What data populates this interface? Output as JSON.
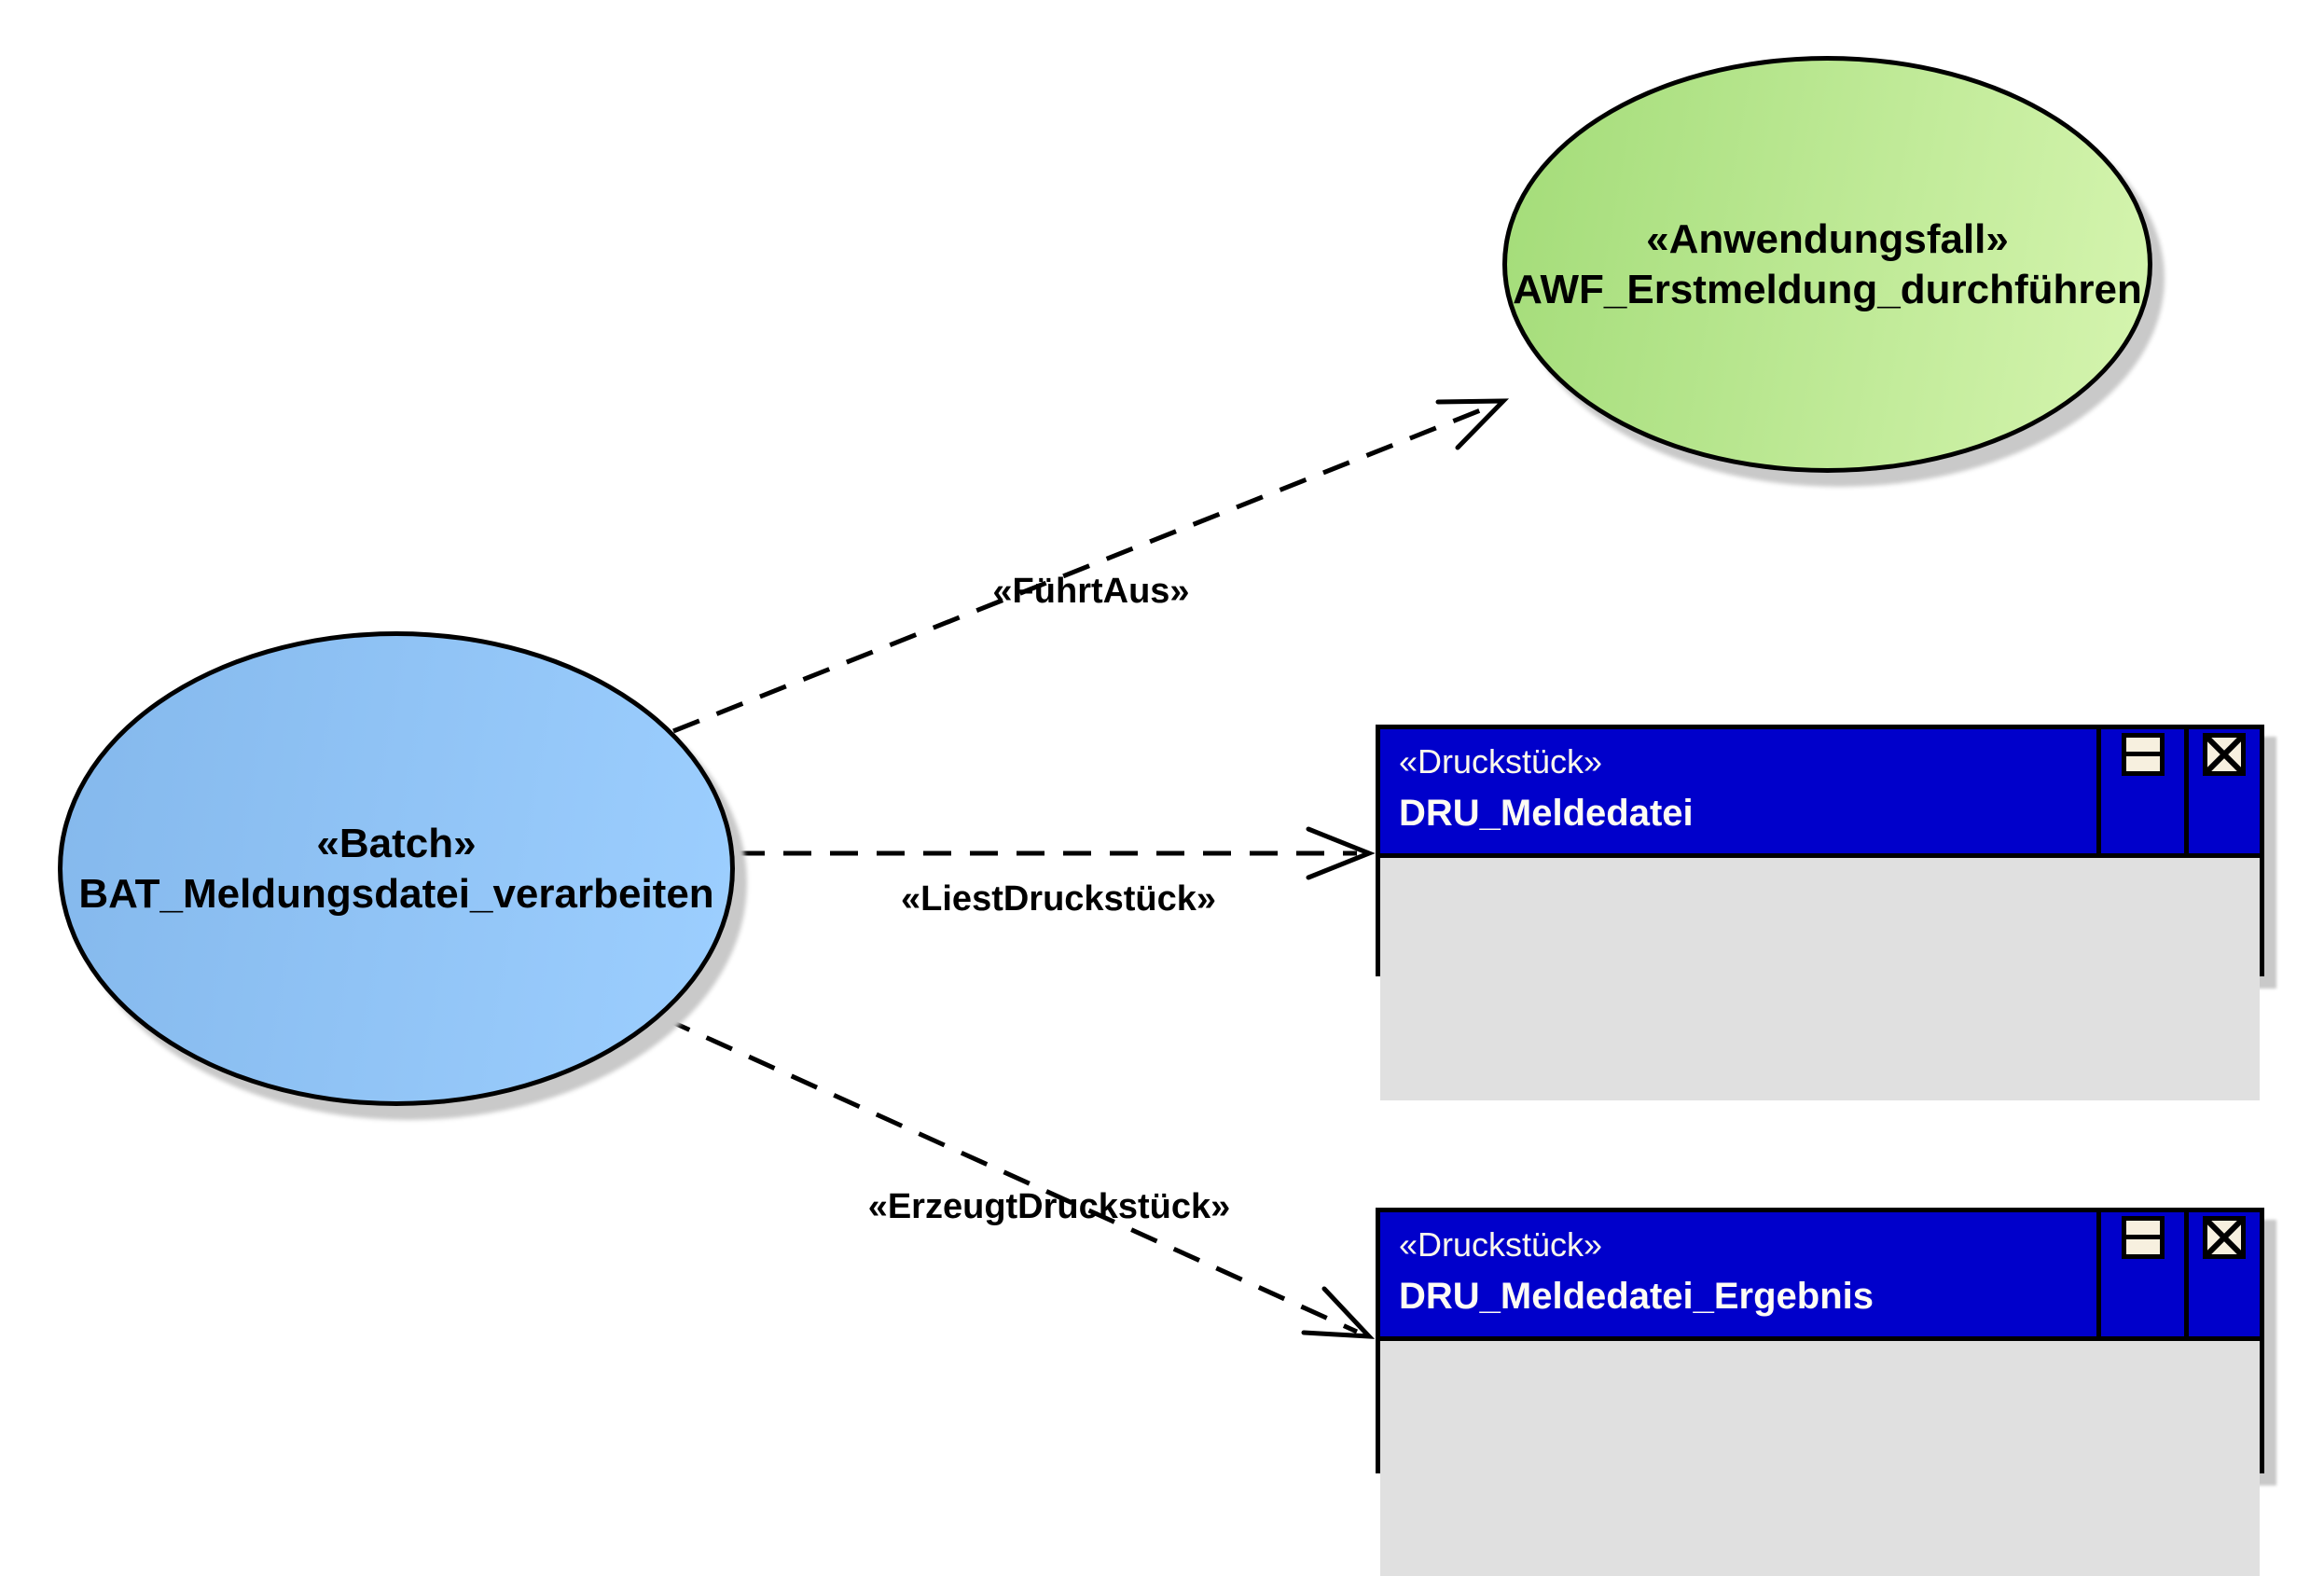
{
  "diagram": {
    "use_case": {
      "stereotype": "«Anwendungsfall»",
      "name": "AWF_Erstmeldung_durchführen"
    },
    "batch": {
      "stereotype": "«Batch»",
      "name": "BAT_Meldungsdatei_verarbeiten"
    },
    "artifacts": [
      {
        "stereotype": "«Druckstück»",
        "name": "DRU_Meldedatei"
      },
      {
        "stereotype": "«Druckstück»",
        "name": "DRU_Meldedatei_Ergebnis"
      }
    ],
    "connectors": [
      {
        "label": "«FührtAus»"
      },
      {
        "label": "«LiestDruckstück»"
      },
      {
        "label": "«ErzeugtDruckstück»"
      }
    ],
    "colors": {
      "use_case_fill_start": "#a3dc78",
      "use_case_fill_end": "#d6f5b0",
      "batch_fill_start": "#84b8ec",
      "batch_fill_end": "#9dcfff",
      "artifact_header": "#0000cb",
      "artifact_body": "#e0e0e0",
      "icon_fill": "#f7f0df",
      "shadow": "#c9c9c9",
      "line": "#000000"
    }
  }
}
